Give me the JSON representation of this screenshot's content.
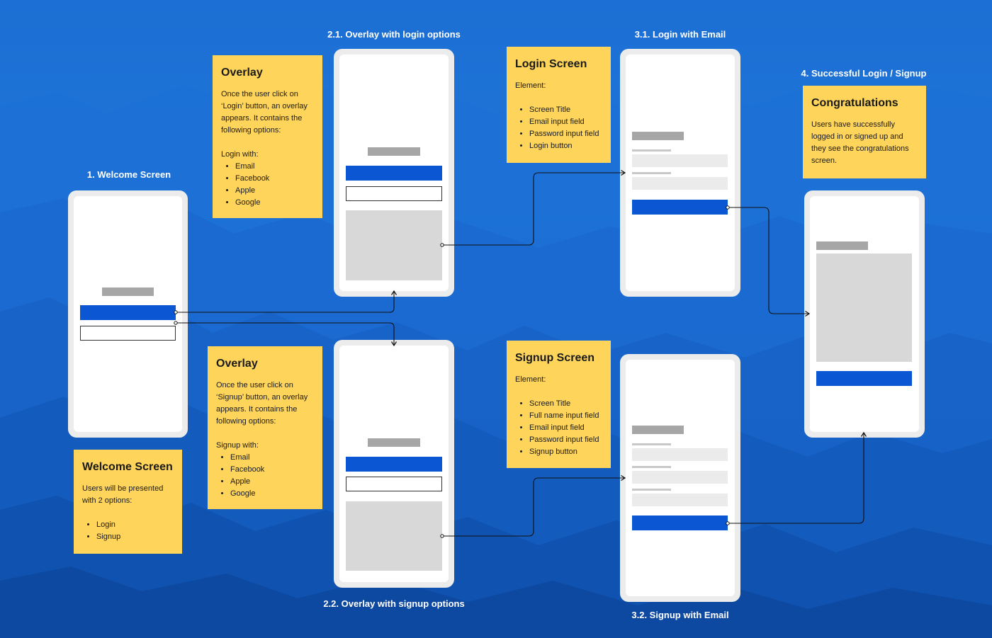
{
  "labels": {
    "welcome": "1. Welcome Screen",
    "overlay_login": "2.1. Overlay with login options",
    "overlay_signup": "2.2. Overlay with signup options",
    "login_email": "3.1. Login with Email",
    "signup_email": "3.2. Signup with Email",
    "success": "4. Successful Login / Signup"
  },
  "notes": {
    "overlay_login": {
      "title": "Overlay",
      "body": "Once the user click on ‘Login’ button, an overlay appears. It contains the following options:",
      "list_intro": "Login with:",
      "items": [
        "Email",
        "Facebook",
        "Apple",
        "Google"
      ]
    },
    "overlay_signup": {
      "title": "Overlay",
      "body": "Once the user click on ‘Signup’ button, an overlay appears. It contains the following options:",
      "list_intro": "Signup with:",
      "items": [
        "Email",
        "Facebook",
        "Apple",
        "Google"
      ]
    },
    "login_screen": {
      "title": "Login Screen",
      "list_intro": "Element:",
      "items": [
        "Screen Title",
        "Email input field",
        "Password input field",
        "Login button"
      ]
    },
    "signup_screen": {
      "title": "Signup Screen",
      "list_intro": "Element:",
      "items": [
        "Screen Title",
        "Full name input field",
        "Email input field",
        "Password input field",
        "Signup button"
      ]
    },
    "welcome_screen": {
      "title": "Welcome Screen",
      "body": "Users will be presented with 2 options:",
      "items": [
        "Login",
        "Signup"
      ]
    },
    "congrats": {
      "title": "Congratulations",
      "body": "Users have successfully logged in or signed up and they see the congratulations screen."
    }
  },
  "colors": {
    "background": "#1c6fd4",
    "note": "#ffd45a",
    "primary_button": "#0a56d3",
    "placeholder": "#a6a6a6"
  }
}
